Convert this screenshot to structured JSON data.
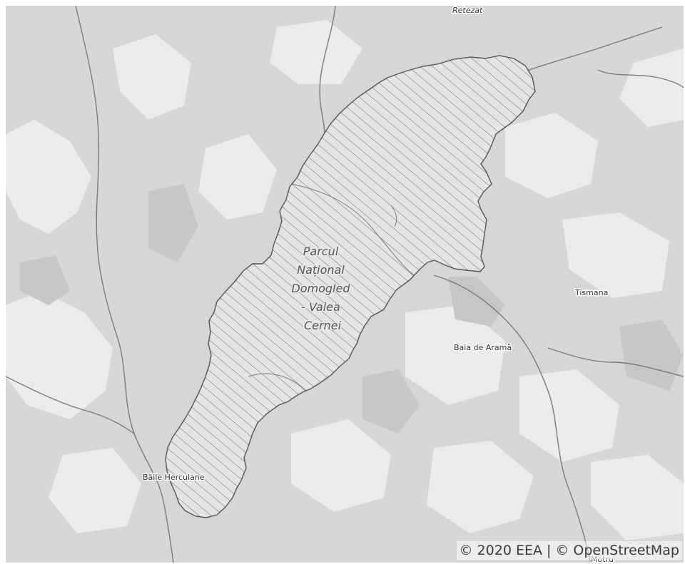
{
  "map": {
    "places": {
      "retezat": "Retezat",
      "tismana": "Tismana",
      "baia_de_arama": "Baia de Aramă",
      "baile_herculane": "Băile Herculane",
      "motru": "Motru"
    },
    "park_label_lines": [
      "Parcul",
      "Național",
      "Domogled",
      "- Valea",
      "Cernei"
    ],
    "attribution": {
      "eea": "© 2020 EEA",
      "separator": "|",
      "osm": "© OpenStreetMap"
    }
  },
  "colors": {
    "terrain_base": "#d6d6d6",
    "terrain_light": "#ececec",
    "terrain_dark": "#c4c4c4",
    "rivers": "#7a7a7a",
    "park_fill": "#e2e2e2",
    "park_outline": "#555555",
    "park_hatch": "#666666"
  }
}
